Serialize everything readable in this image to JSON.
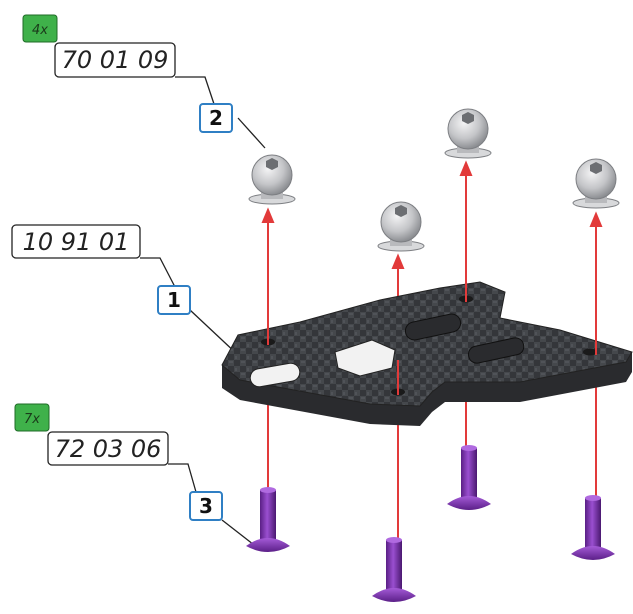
{
  "callouts": {
    "ball_studs": {
      "qty": "4x",
      "part_number": "70 01 09",
      "step": "2"
    },
    "plate": {
      "part_number": "10 91 01",
      "step": "1"
    },
    "screws": {
      "qty": "7x",
      "part_number": "72 03 06",
      "step": "3"
    }
  },
  "colors": {
    "qty_badge": "#3fb14a",
    "step_box_border": "#2f7fc4",
    "assembly_line": "#e23a3a",
    "carbon_plate": "#3b3d40",
    "screw": "#7a2fb0",
    "ball_stud": "#c9cacc"
  }
}
